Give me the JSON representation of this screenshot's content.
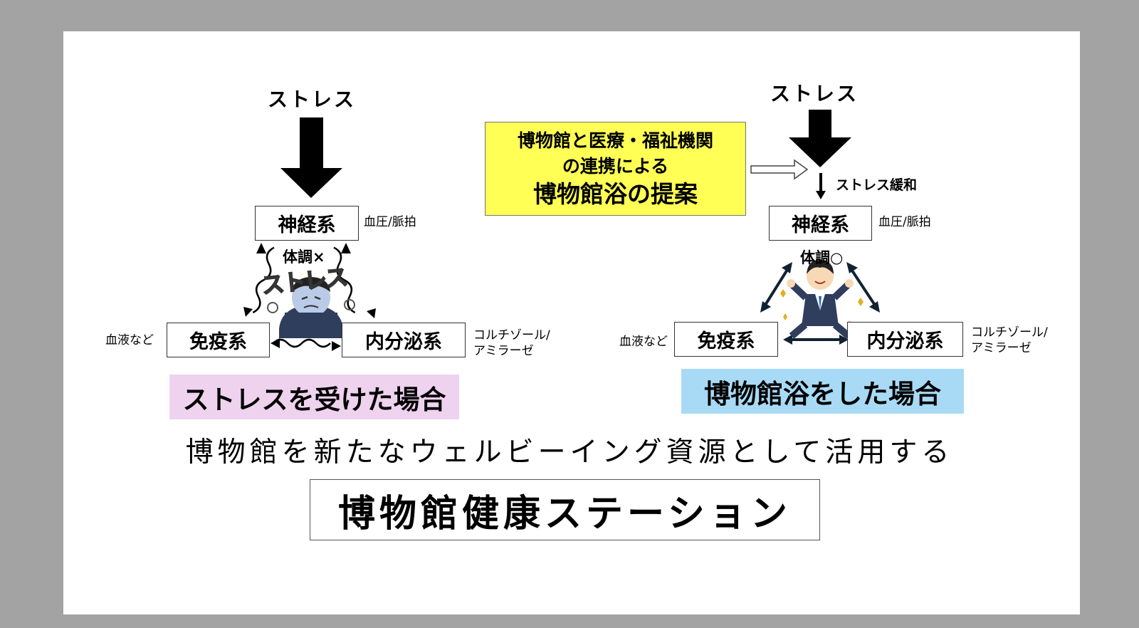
{
  "left": {
    "stress_title": "ストレス",
    "nervous": "神経系",
    "nervous_note": "血圧/脈拍",
    "condition": "体調×",
    "stress_sticker": "ストレス",
    "immune": "免疫系",
    "immune_note": "血液など",
    "endocrine": "内分泌系",
    "endocrine_note_1": "コルチゾール/",
    "endocrine_note_2": "アミラーゼ",
    "banner": "ストレスを受けた場合"
  },
  "right": {
    "stress_title": "ストレス",
    "relief": "ストレス緩和",
    "nervous": "神経系",
    "nervous_note": "血圧/脈拍",
    "condition": "体調○",
    "immune": "免疫系",
    "immune_note": "血液など",
    "endocrine": "内分泌系",
    "endocrine_note_1": "コルチゾール/",
    "endocrine_note_2": "アミラーゼ",
    "banner": "博物館浴をした場合"
  },
  "proposal": {
    "line1": "博物館と医療・福祉機関",
    "line2": "の連携による",
    "line3": "博物館浴の提案"
  },
  "subtitle": "博物館を新たなウェルビーイング資源として活用する",
  "station": "博物館健康ステーション",
  "colors": {
    "background": "#a3a3a3",
    "proposal_bg": "#ffff55",
    "left_banner_bg": "#eed2ee",
    "right_banner_bg": "#a8daf5",
    "person_suit": "#2f3e5c",
    "sad_face": "#b9cbe6"
  }
}
